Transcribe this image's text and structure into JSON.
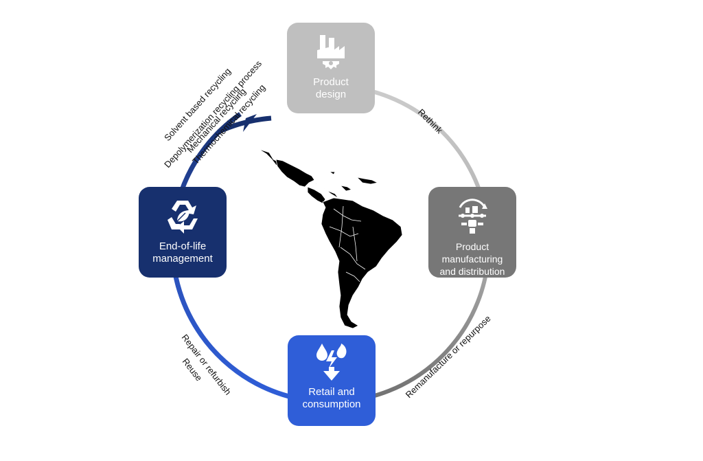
{
  "nodes": {
    "design": {
      "lines": [
        "Product",
        "design"
      ],
      "icon": "factory-gear-icon"
    },
    "manufacture": {
      "lines": [
        "Product",
        "manufacturing",
        "and distribution"
      ],
      "icon": "conveyor-robot-icon"
    },
    "retail": {
      "lines": [
        "Retail and",
        "consumption"
      ],
      "icon": "water-energy-arrow-icon"
    },
    "eol": {
      "lines": [
        "End-of-life",
        "management"
      ],
      "icon": "recycle-leaf-icon"
    }
  },
  "labels": {
    "rethink": "Rethink",
    "remanufacture": "Remanufacture or repurpose",
    "repair": "Repair or refurbish",
    "reuse": "Reuse",
    "recycling": [
      "Solvent based recycling",
      "Depolymerization recycling process",
      "Mechanical recycling",
      "Thermochemical recycling"
    ]
  },
  "map": {
    "region": "Latin America",
    "icon": "latin-america-map-icon"
  },
  "colors": {
    "design": "#bfbfbf",
    "manufacture": "#777777",
    "retail": "#2f5ed8",
    "eol": "#17306e"
  }
}
